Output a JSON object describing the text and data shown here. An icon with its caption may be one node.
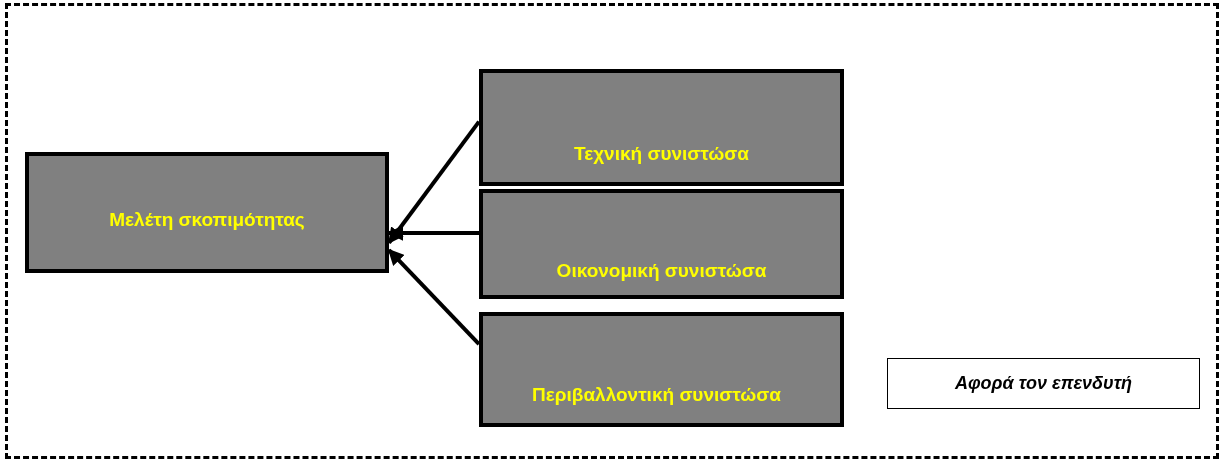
{
  "diagram": {
    "nodes": [
      {
        "text": [],
        "shape": "box"
      },
      {
        "text": [
          "Μελέτη σκοπιμότητας"
        ],
        "in": 0
      },
      {
        "text": [
          "Τεχνική συνιστώσα"
        ],
        "in": 0
      },
      {
        "text": [
          "Οικονομική συνιστώσα"
        ],
        "in": 0
      },
      {
        "text": [
          "Περιβαλλοντική συνιστώσα"
        ],
        "in": 0
      },
      {
        "text": [
          "Αφορά τον επενδυτή"
        ],
        "in": 0
      }
    ],
    "edges": [
      {
        "from": 2,
        "to": 1,
        "arrow": "to"
      },
      {
        "from": 3,
        "to": 1,
        "arrow": "to"
      },
      {
        "from": 4,
        "to": 1,
        "arrow": "to"
      }
    ]
  }
}
